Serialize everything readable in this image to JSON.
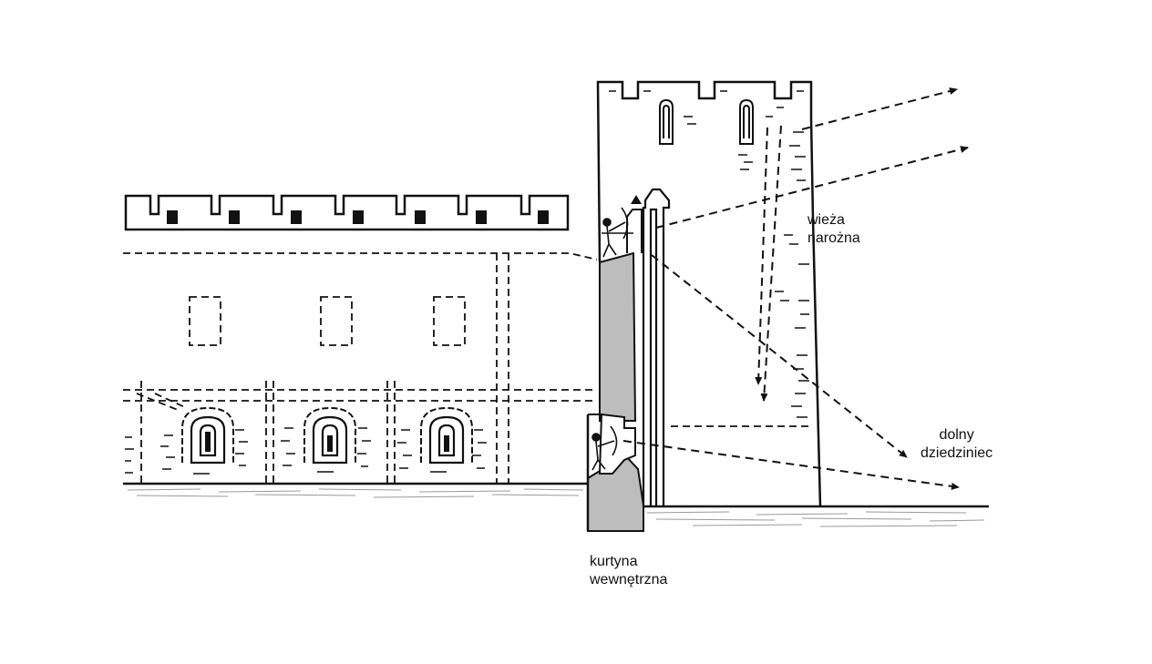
{
  "labels": {
    "tower": {
      "line1": "wieża",
      "line2": "narożna"
    },
    "courtyard": {
      "line1": "dolny",
      "line2": "dziedziniec"
    },
    "curtain": {
      "line1": "kurtyna",
      "line2": "wewnętrzna"
    }
  },
  "colors": {
    "ink": "#111111",
    "wall_fill": "#bdbdbd",
    "ground_hatch": "#9a9a9a",
    "background": "#ffffff"
  }
}
